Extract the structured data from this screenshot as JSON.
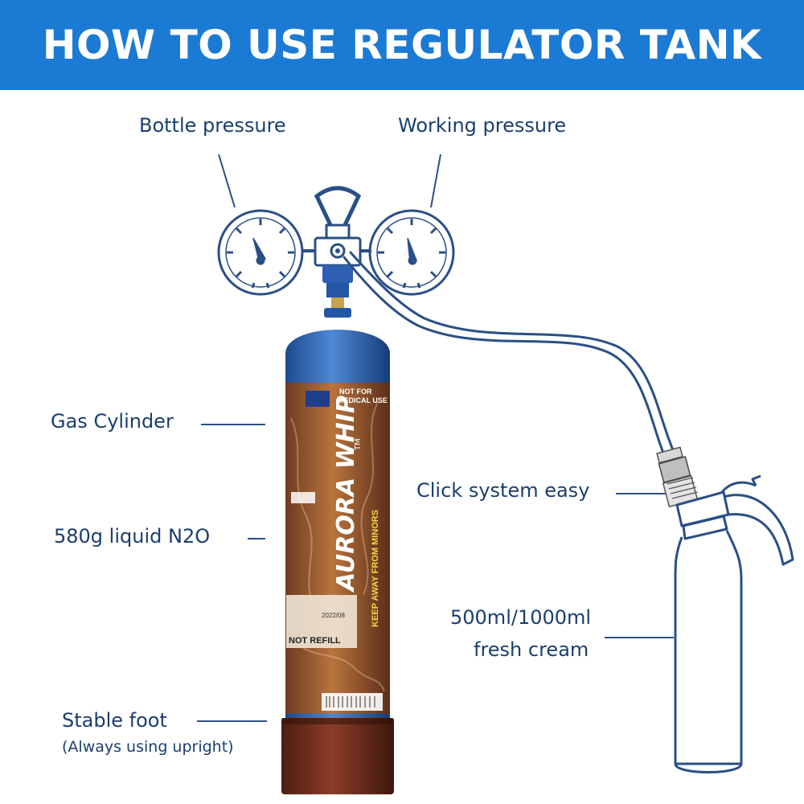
{
  "header": {
    "title": "HOW TO USE REGULATOR TANK"
  },
  "labels": {
    "bottle_pressure": "Bottle pressure",
    "working_pressure": "Working pressure",
    "gas_cylinder": "Gas Cylinder",
    "liquid": "580g liquid N2O",
    "click_system": "Click system easy",
    "cream_line1": "500ml/1000ml",
    "cream_line2": "fresh cream",
    "stable_foot": "Stable foot",
    "stable_foot_note": "(Always using upright)"
  },
  "cylinder": {
    "brand": "AURORA WHIP",
    "trademark": "TM",
    "not_for_medical": "NOT FOR\nMEDICAL USE",
    "not_refill": "NOT REFILL",
    "minors": "KEEP AWAY FROM MINORS",
    "date": "2022/08"
  },
  "colors": {
    "banner": "#1b7ad3",
    "label_text": "#1a3e6e",
    "line_art": "#2a4f86",
    "cylinder_blue": "#2e64b3",
    "foot": "#6b2c1d"
  }
}
